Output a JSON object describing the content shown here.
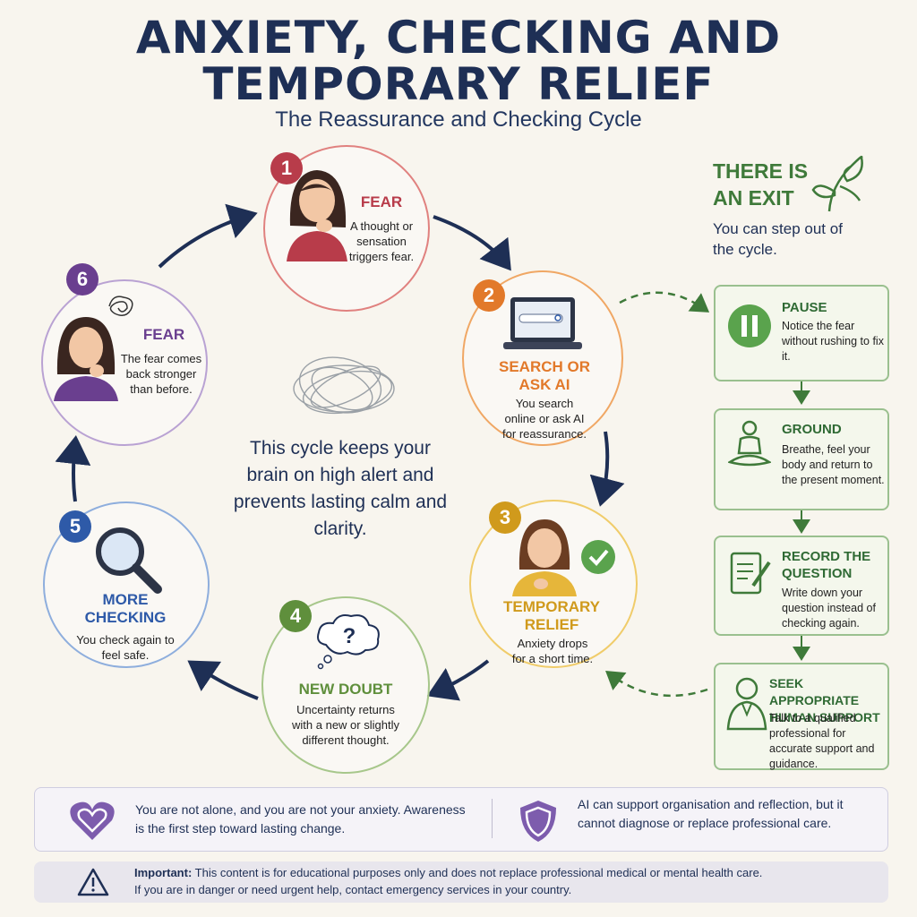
{
  "header": {
    "title_line1": "ANXIETY, CHECKING AND",
    "title_line2": "TEMPORARY RELIEF",
    "subtitle": "The Reassurance and Checking Cycle"
  },
  "cycle": {
    "steps": [
      {
        "number": "1",
        "title": "FEAR",
        "desc": "A thought or sensation triggers fear.",
        "color": "#b83c4a"
      },
      {
        "number": "2",
        "title": "SEARCH OR ASK AI",
        "desc": "You search online or ask AI for reassurance.",
        "color": "#e2792a"
      },
      {
        "number": "3",
        "title": "TEMPORARY RELIEF",
        "desc": "Anxiety drops for a short time.",
        "color": "#d09a1c"
      },
      {
        "number": "4",
        "title": "NEW DOUBT",
        "desc": "Uncertainty returns with a new or slightly different thought.",
        "color": "#5f8f3c"
      },
      {
        "number": "5",
        "title": "MORE CHECKING",
        "desc": "You check again to feel safe.",
        "color": "#2e5aa8"
      },
      {
        "number": "6",
        "title": "FEAR",
        "desc": "The fear comes back stronger than before.",
        "color": "#6a3f8f"
      }
    ],
    "center_text": "This cycle keeps your brain on high alert and prevents lasting calm and clarity."
  },
  "exit": {
    "title_line1": "THERE IS",
    "title_line2": "AN EXIT",
    "subtitle": "You can step out of the cycle.",
    "steps": [
      {
        "title": "PAUSE",
        "desc": "Notice the fear without rushing to fix it.",
        "icon": "pause-icon"
      },
      {
        "title": "GROUND",
        "desc": "Breathe, feel your body and return to the present moment.",
        "icon": "meditation-icon"
      },
      {
        "title": "RECORD THE QUESTION",
        "desc": "Write down your question instead of checking again.",
        "icon": "notepad-icon"
      },
      {
        "title": "SEEK APPROPRIATE HUMAN SUPPORT",
        "desc": "Talk to a qualified professional for accurate support and guidance.",
        "icon": "professional-icon"
      }
    ]
  },
  "footer": {
    "support_text": "You are not alone, and you are not your anxiety. Awareness is the first step toward lasting change.",
    "ai_text": "AI can support organisation and reflection, but it cannot diagnose or replace professional care.",
    "important_label": "Important:",
    "important_text": " This content is for educational purposes only and does not replace professional medical or mental health care.",
    "danger_text": "If you are in danger or need urgent help, contact emergency services in your country."
  }
}
